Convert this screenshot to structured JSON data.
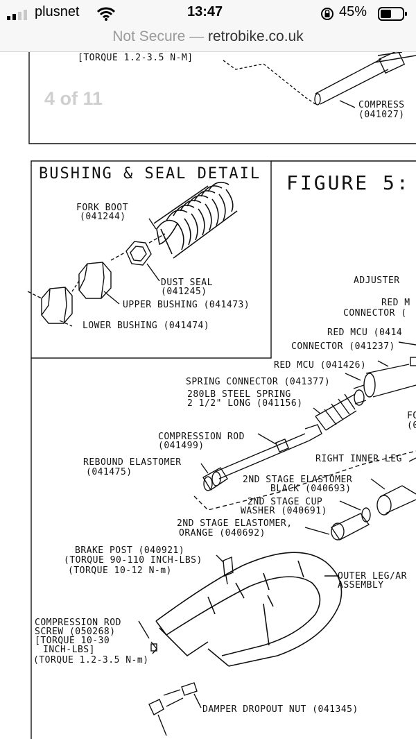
{
  "status": {
    "carrier": "plusnet",
    "time": "13:47",
    "battery": "45%"
  },
  "browser": {
    "security": "Not Secure",
    "separator": "—",
    "host": "retrobike.co.uk"
  },
  "viewer": {
    "page_indicator": "4 of 11"
  },
  "diagram": {
    "top_torque": "[TORQUE 1.2-3.5 N-M]",
    "top_compress": "COMPRESS",
    "top_compress_part": "(041027)",
    "detail_title": "BUSHING & SEAL DETAIL",
    "fork_boot": "FORK BOOT",
    "fork_boot_part": "(041244)",
    "dust_seal": "DUST SEAL",
    "dust_seal_part": "(041245)",
    "upper_bushing": "UPPER BUSHING (041473)",
    "lower_bushing": "LOWER BUSHING (041474)",
    "figure": "FIGURE 5:",
    "adjuster": "ADJUSTER",
    "red_m": "RED M",
    "connector_1": "CONNECTOR (",
    "red_mcu_1": "RED MCU (0414",
    "connector_2": "CONNECTOR (041237)",
    "red_mcu_2": "RED MCU (041426)",
    "spring_connector": "SPRING CONNECTOR (041377)",
    "spring_1": "280LB STEEL SPRING",
    "spring_2": "2 1/2\" LONG (041156)",
    "fo": "FO",
    "fo_part": "(0",
    "compression_rod": "COMPRESSION ROD",
    "compression_rod_part": "(041499)",
    "rebound_elastomer": "REBOUND ELASTOMER",
    "rebound_elastomer_part": "(041475)",
    "right_inner_leg": "RIGHT INNER LEG",
    "stage2_black_1": "2ND STAGE ELASTOMER",
    "stage2_black_2": "BLACK (040693)",
    "stage2_cup_1": "2ND STAGE CUP",
    "stage2_cup_2": "WASHER (040691)",
    "stage2_orange_1": "2ND STAGE ELASTOMER,",
    "stage2_orange_2": "ORANGE (040692)",
    "brake_post": "BRAKE POST (040921)",
    "brake_torque_1": "(TORQUE 90-110 INCH-LBS)",
    "brake_torque_2": "(TORQUE 10-12 N-m)",
    "outer_leg": "OUTER LEG/AR",
    "assembly": "ASSEMBLY",
    "crs_1": "COMPRESSION ROD",
    "crs_2": "SCREW (050268)",
    "crs_3": "[TORQUE 10-30",
    "crs_4": "INCH-LBS]",
    "crs_5": "(TORQUE 1.2-3.5 N-m)",
    "damper_nut": "DAMPER DROPOUT NUT (041345)"
  }
}
